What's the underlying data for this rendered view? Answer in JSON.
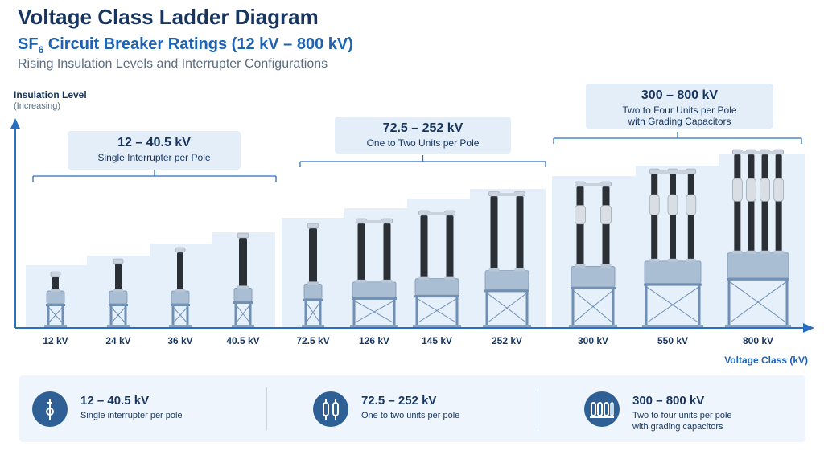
{
  "header": {
    "title": "Voltage Class Ladder Diagram",
    "subtitle_prefix": "SF",
    "subtitle_sub": "6",
    "subtitle_rest": " Circuit Breaker Ratings (12 kV – 800 kV)",
    "tagline": "Rising Insulation Levels and Interrupter Configurations"
  },
  "axes": {
    "y_label": "Insulation Level",
    "y_label_sub": "(Increasing)",
    "x_label": "Voltage Class (kV)"
  },
  "groups": [
    {
      "range": "12 – 40.5 kV",
      "desc": "Single Interrupter per Pole"
    },
    {
      "range": "72.5 – 252 kV",
      "desc": "One to Two Units per Pole"
    },
    {
      "range": "300 – 800 kV",
      "desc": "Two to Four Units per Pole",
      "desc2": "with Grading Capacitors"
    }
  ],
  "breakers": [
    {
      "label": "12 kV",
      "units": 1,
      "group": 0
    },
    {
      "label": "24 kV",
      "units": 1,
      "group": 0
    },
    {
      "label": "36 kV",
      "units": 1,
      "group": 0
    },
    {
      "label": "40.5 kV",
      "units": 1,
      "group": 0
    },
    {
      "label": "72.5 kV",
      "units": 1,
      "group": 1
    },
    {
      "label": "126 kV",
      "units": 2,
      "group": 1
    },
    {
      "label": "145 kV",
      "units": 2,
      "group": 1
    },
    {
      "label": "252 kV",
      "units": 2,
      "group": 1
    },
    {
      "label": "300 kV",
      "units": 2,
      "group": 2,
      "capacitors": true
    },
    {
      "label": "550 kV",
      "units": 3,
      "group": 2,
      "capacitors": true
    },
    {
      "label": "800 kV",
      "units": 4,
      "group": 2,
      "capacitors": true
    }
  ],
  "summary": [
    {
      "range": "12 – 40.5 kV",
      "desc": "Single interrupter per pole",
      "desc2": "",
      "icon": "single-interrupter-icon"
    },
    {
      "range": "72.5 – 252 kV",
      "desc": "One to two units per pole",
      "desc2": "",
      "icon": "double-interrupter-icon"
    },
    {
      "range": "300 – 800 kV",
      "desc": "Two to four units per pole",
      "desc2": "with grading capacitors",
      "icon": "multi-interrupter-icon"
    }
  ],
  "colors": {
    "axis": "#2a6fbe",
    "step": "#e6f0fa",
    "insulator_dark": "#2b2f36",
    "insulator_light": "#d9dee5",
    "tank": "#a9bdd3",
    "frame": "#6f8fb5",
    "label_box": "#e3eef9",
    "icon_circle": "#2e5f95"
  }
}
